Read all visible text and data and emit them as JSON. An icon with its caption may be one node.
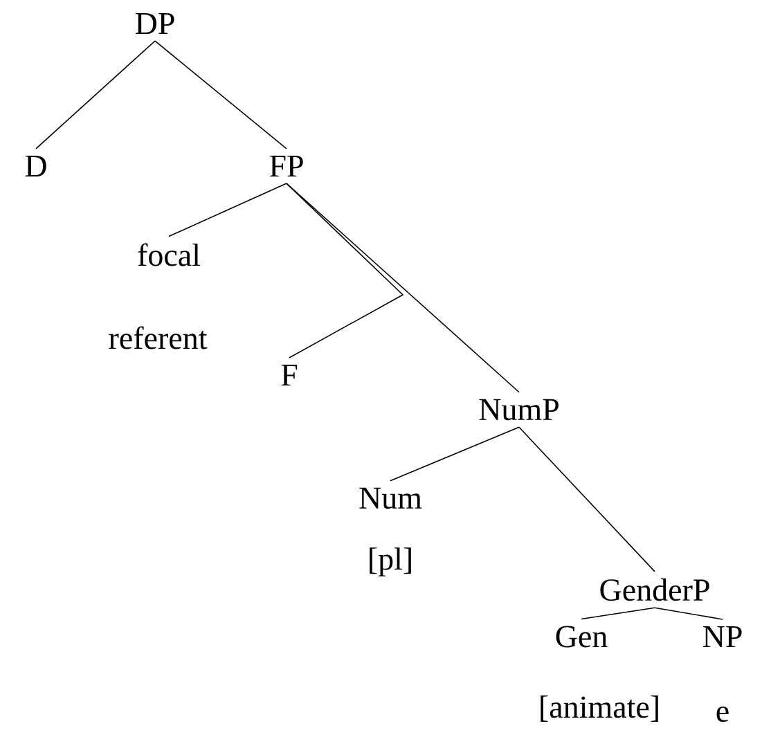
{
  "diagram": {
    "nodes": [
      {
        "text": [
          "DP"
        ]
      },
      {
        "text": [
          "D"
        ]
      },
      {
        "text": [
          "FP"
        ]
      },
      {
        "text": [
          "focal"
        ],
        "beside": [
          "referent"
        ]
      },
      {
        "text": [
          "F"
        ]
      },
      {
        "text": [
          "NumP"
        ]
      },
      {
        "text": [
          "Num"
        ],
        "beside": [
          "[pl]"
        ]
      },
      {
        "text": [
          "GenderP"
        ]
      },
      {
        "text": [
          "Gen"
        ],
        "beside": [
          "[animate]"
        ]
      },
      {
        "text": [
          "NP"
        ],
        "beside": [
          "e"
        ]
      }
    ],
    "edges": [
      {
        "from": 0,
        "to": 1,
        "arrow": "none"
      },
      {
        "from": 0,
        "to": 2,
        "arrow": "none"
      },
      {
        "from": 2,
        "to": 3,
        "arrow": "none"
      },
      {
        "from": 2,
        "to": 4,
        "arrow": "none"
      },
      {
        "from": 2,
        "to": 5,
        "arrow": "none"
      },
      {
        "from": 5,
        "to": 6,
        "arrow": "none"
      },
      {
        "from": 5,
        "to": 7,
        "arrow": "none"
      },
      {
        "from": 7,
        "to": 8,
        "arrow": "none"
      },
      {
        "from": 7,
        "to": 9,
        "arrow": "none"
      }
    ]
  }
}
